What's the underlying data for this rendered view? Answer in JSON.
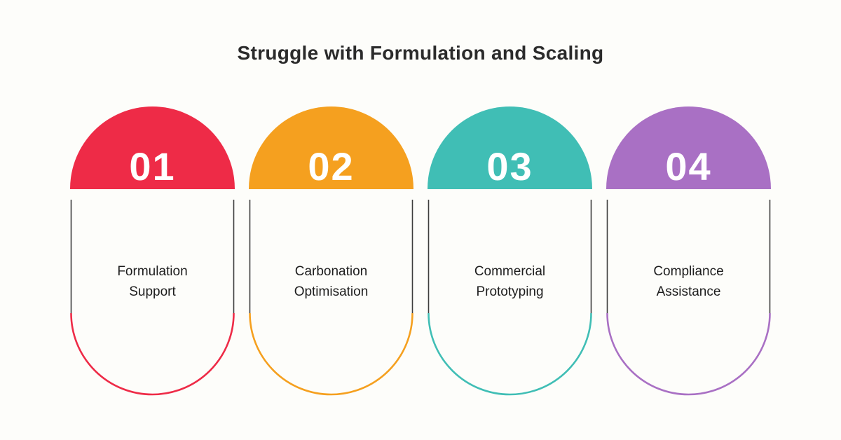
{
  "title": "Struggle with Formulation and Scaling",
  "colors": {
    "background": "#fdfdfa",
    "title_text": "#2b2b2b",
    "outline": "#3d3d3d",
    "number_text": "#ffffff",
    "label_text": "#1d1d1d"
  },
  "steps": [
    {
      "number": "01",
      "label": "Formulation\nSupport",
      "accent": "#ee2b47"
    },
    {
      "number": "02",
      "label": "Carbonation\nOptimisation",
      "accent": "#f5a01f"
    },
    {
      "number": "03",
      "label": "Commercial\nPrototyping",
      "accent": "#40beb5"
    },
    {
      "number": "04",
      "label": "Compliance\nAssistance",
      "accent": "#a970c4"
    }
  ]
}
